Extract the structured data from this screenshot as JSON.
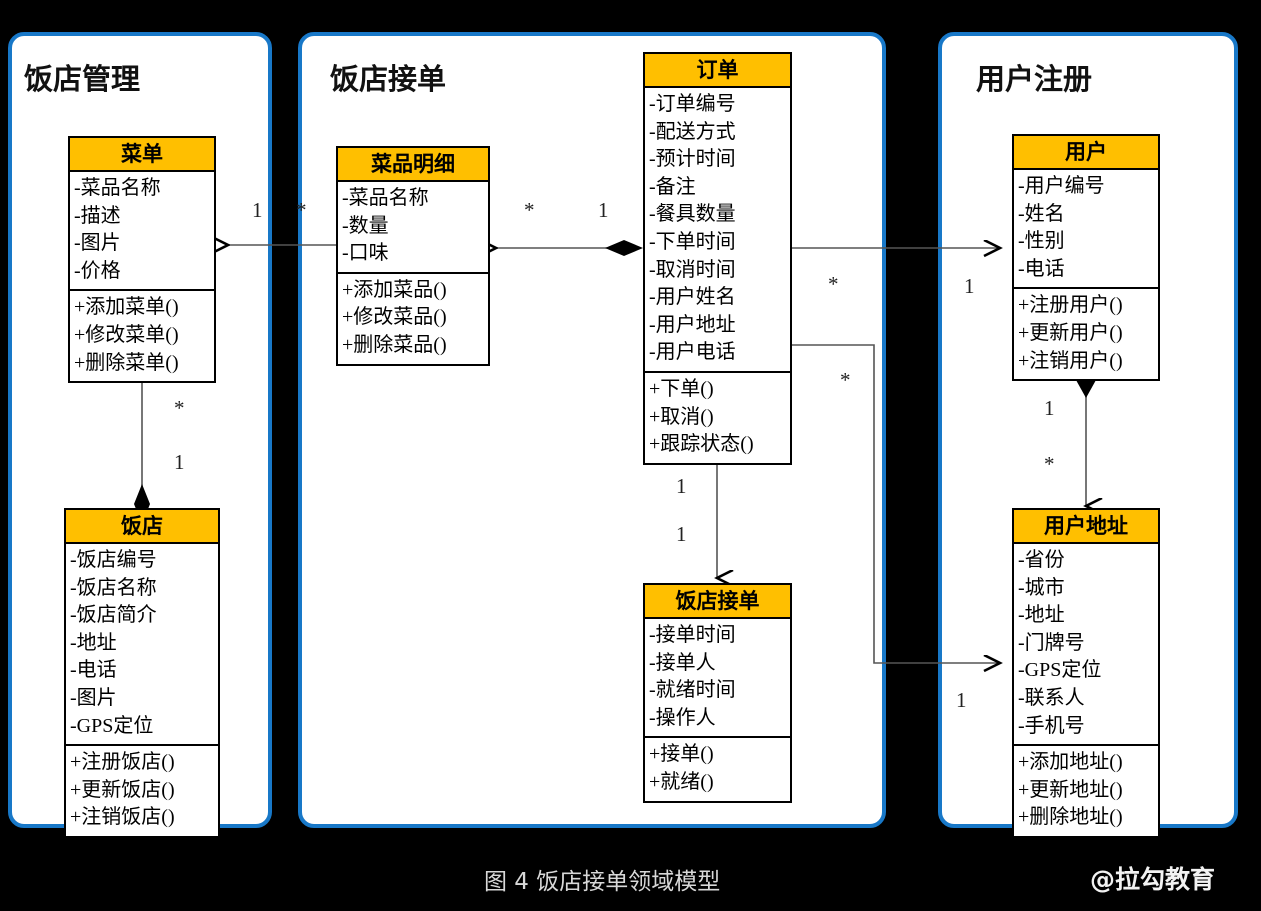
{
  "figure": {
    "caption": "图 4 饭店接单领域模型",
    "watermark": "@拉勾教育",
    "background_color": "#000000",
    "package_border_color": "#1878c8",
    "class_header_color": "#ffbf00",
    "class_border_color": "#000000"
  },
  "packages": [
    {
      "id": "restaurant-management",
      "title": "饭店管理"
    },
    {
      "id": "restaurant-order-taking",
      "title": "饭店接单"
    },
    {
      "id": "user-registration",
      "title": "用户注册"
    }
  ],
  "classes": [
    {
      "id": "menu",
      "name": "菜单",
      "attributes": [
        "-菜品名称",
        "-描述",
        "-图片",
        "-价格"
      ],
      "methods": [
        "+添加菜单()",
        "+修改菜单()",
        "+删除菜单()"
      ]
    },
    {
      "id": "restaurant",
      "name": "饭店",
      "attributes": [
        "-饭店编号",
        "-饭店名称",
        "-饭店简介",
        "-地址",
        "-电话",
        "-图片",
        "-GPS定位"
      ],
      "methods": [
        "+注册饭店()",
        "+更新饭店()",
        "+注销饭店()"
      ]
    },
    {
      "id": "dish-detail",
      "name": "菜品明细",
      "attributes": [
        "-菜品名称",
        "-数量",
        "-口味"
      ],
      "methods": [
        "+添加菜品()",
        "+修改菜品()",
        "+删除菜品()"
      ]
    },
    {
      "id": "order",
      "name": "订单",
      "attributes": [
        "-订单编号",
        "-配送方式",
        "-预计时间",
        "-备注",
        "-餐具数量",
        "-下单时间",
        "-取消时间",
        "-用户姓名",
        "-用户地址",
        "-用户电话"
      ],
      "methods": [
        "+下单()",
        "+取消()",
        "+跟踪状态()"
      ]
    },
    {
      "id": "restaurant-accept-order",
      "name": "饭店接单",
      "attributes": [
        "-接单时间",
        "-接单人",
        "-就绪时间",
        "-操作人"
      ],
      "methods": [
        "+接单()",
        "+就绪()"
      ]
    },
    {
      "id": "user",
      "name": "用户",
      "attributes": [
        "-用户编号",
        "-姓名",
        "-性别",
        "-电话"
      ],
      "methods": [
        "+注册用户()",
        "+更新用户()",
        "+注销用户()"
      ]
    },
    {
      "id": "user-address",
      "name": "用户地址",
      "attributes": [
        "-省份",
        "-城市",
        "-地址",
        "-门牌号",
        "-GPS定位",
        "-联系人",
        "-手机号"
      ],
      "methods": [
        "+添加地址()",
        "+更新地址()",
        "+删除地址()"
      ]
    }
  ],
  "relations": [
    {
      "id": "restaurant-to-menu",
      "from": "饭店",
      "to": "菜单",
      "type": "composition",
      "source_multiplicity": "1",
      "target_multiplicity": "*"
    },
    {
      "id": "dishdetail-to-menu",
      "from": "菜品明细",
      "to": "菜单",
      "type": "association",
      "source_multiplicity": "*",
      "target_multiplicity": "1"
    },
    {
      "id": "order-to-dishdetail",
      "from": "订单",
      "to": "菜品明细",
      "type": "composition",
      "source_multiplicity": "1",
      "target_multiplicity": "*"
    },
    {
      "id": "order-to-acceptorder",
      "from": "订单",
      "to": "饭店接单",
      "type": "association",
      "source_multiplicity": "1",
      "target_multiplicity": "1"
    },
    {
      "id": "order-to-user",
      "from": "订单",
      "to": "用户",
      "type": "association",
      "source_multiplicity": "*",
      "target_multiplicity": "1"
    },
    {
      "id": "order-to-useraddress",
      "from": "订单",
      "to": "用户地址",
      "type": "association",
      "source_multiplicity": "*",
      "target_multiplicity": "1"
    },
    {
      "id": "user-to-useraddress",
      "from": "用户",
      "to": "用户地址",
      "type": "composition",
      "source_multiplicity": "1",
      "target_multiplicity": "*"
    }
  ],
  "multiplicity_labels": [
    {
      "id": "m-menu-dishdetail-1",
      "text": "1"
    },
    {
      "id": "m-menu-dishdetail-star",
      "text": "*"
    },
    {
      "id": "m-dishdetail-order-star",
      "text": "*"
    },
    {
      "id": "m-dishdetail-order-1",
      "text": "1"
    },
    {
      "id": "m-menu-restaurant-star",
      "text": "*"
    },
    {
      "id": "m-menu-restaurant-1",
      "text": "1"
    },
    {
      "id": "m-order-accept-1a",
      "text": "1"
    },
    {
      "id": "m-order-accept-1b",
      "text": "1"
    },
    {
      "id": "m-order-user-star",
      "text": "*"
    },
    {
      "id": "m-order-user-1",
      "text": "1"
    },
    {
      "id": "m-order-addr-star",
      "text": "*"
    },
    {
      "id": "m-order-addr-1",
      "text": "1"
    },
    {
      "id": "m-user-addr-1",
      "text": "1"
    },
    {
      "id": "m-user-addr-star",
      "text": "*"
    }
  ]
}
